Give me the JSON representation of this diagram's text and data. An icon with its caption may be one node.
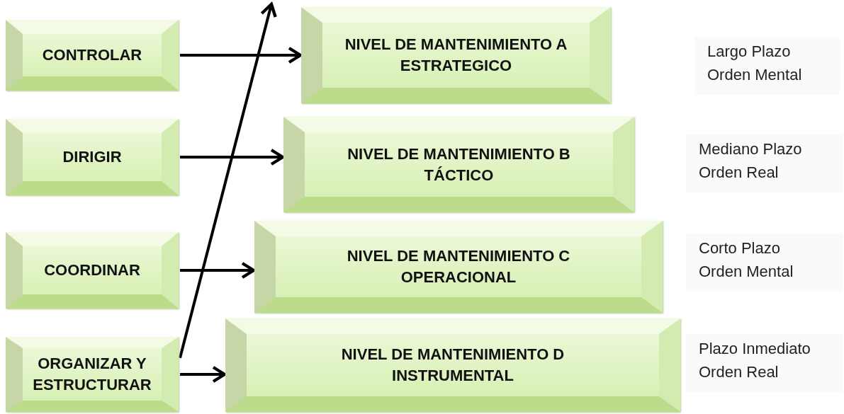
{
  "diagram": {
    "nodes": [
      {
        "text": [
          "CONTROLAR"
        ]
      },
      {
        "text": [
          "DIRIGIR"
        ]
      },
      {
        "text": [
          "COORDINAR"
        ]
      },
      {
        "text": [
          "ORGANIZAR Y ESTRUCTURAR"
        ]
      },
      {
        "text": [
          "NIVEL DE MANTENIMIENTO A ESTRATEGICO"
        ]
      },
      {
        "text": [
          "NIVEL DE MANTENIMIENTO B TÁCTICO"
        ]
      },
      {
        "text": [
          "NIVEL DE MANTENIMIENTO C OPERACIONAL"
        ]
      },
      {
        "text": [
          "NIVEL DE MANTENIMIENTO D INSTRUMENTAL"
        ]
      }
    ],
    "labels": [
      "Largo Plazo Orden Mental",
      "Mediano Plazo Orden Real",
      "Corto Plazo Orden Mental",
      "Plazo Inmediato Orden Real"
    ],
    "edges": [
      {
        "from": 0,
        "to": 4,
        "arrow": "to"
      },
      {
        "from": 1,
        "to": 5,
        "arrow": "to"
      },
      {
        "from": 2,
        "to": 6,
        "arrow": "to"
      },
      {
        "from": 3,
        "to": 7,
        "arrow": "to"
      },
      {
        "from": 3,
        "to": null,
        "arrow": "to"
      }
    ]
  }
}
